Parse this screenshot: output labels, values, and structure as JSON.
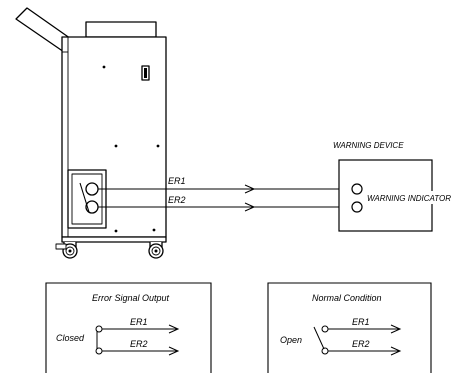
{
  "warning_device": {
    "title": "WARNING DEVICE",
    "indicator_label": "WARNING INDICATOR"
  },
  "signal_lines": {
    "er1": "ER1",
    "er2": "ER2"
  },
  "error_panel": {
    "title": "Error Signal Output",
    "switch_state": "Closed",
    "er1": "ER1",
    "er2": "ER2"
  },
  "normal_panel": {
    "title": "Normal Condition",
    "switch_state": "Open",
    "er1": "ER1",
    "er2": "ER2"
  },
  "colors": {
    "line": "#000000",
    "background": "#ffffff"
  }
}
